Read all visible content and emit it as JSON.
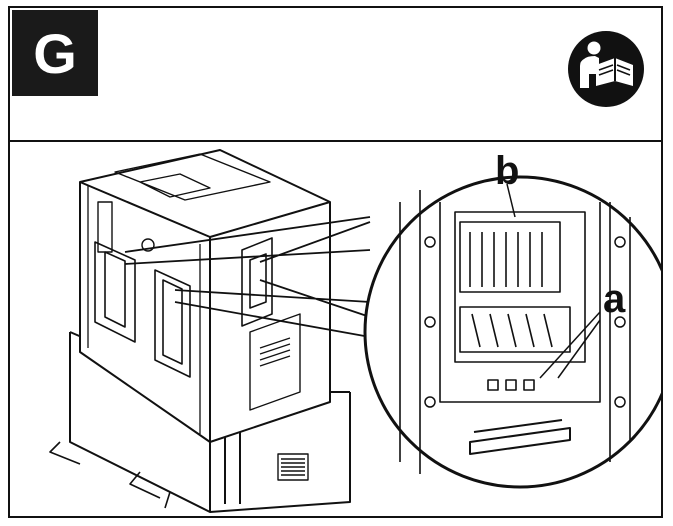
{
  "header": {
    "step_letter": "G",
    "manual_icon": "read-manual-icon"
  },
  "callouts": {
    "a": "a",
    "b": "b"
  },
  "colors": {
    "ink": "#111111",
    "paper": "#ffffff",
    "step_box": "#1a1a1a"
  }
}
